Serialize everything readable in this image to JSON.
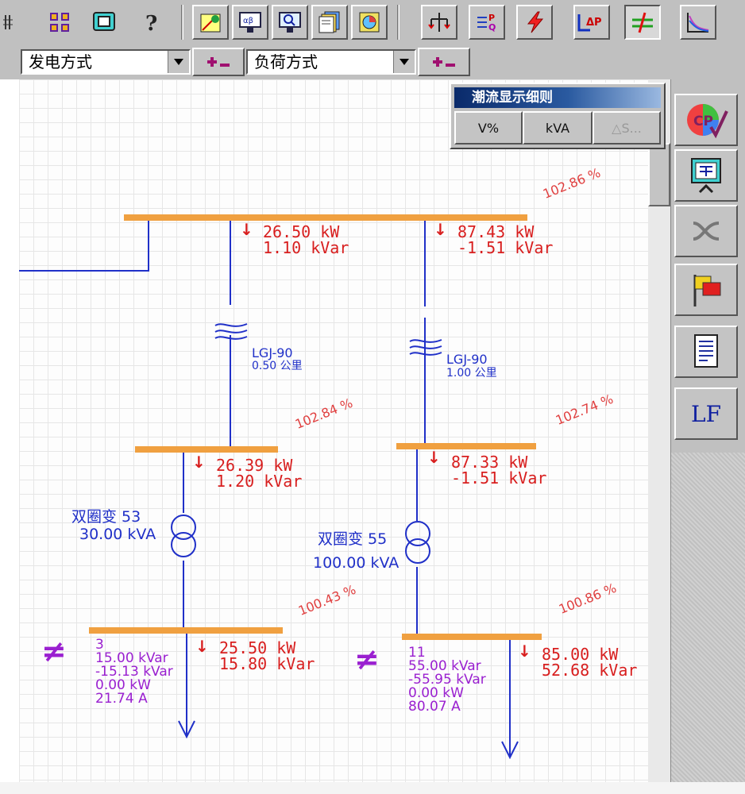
{
  "combos": {
    "generation": "发电方式",
    "load": "负荷方式"
  },
  "popup": {
    "title": "潮流显示细则",
    "btn_voltage": "V%",
    "btn_kva": "kVA",
    "btn_ds": "△S..."
  },
  "right_panel": {
    "lf_label": "LF"
  },
  "diagram": {
    "bus_top_pct": "102.86 %",
    "bus_mid_left_pct": "102.84 %",
    "bus_mid_right_pct": "102.74 %",
    "bus_bot_left_pct": "100.43 %",
    "bus_bot_right_pct": "100.86 %",
    "flow_top_left": "26.50 kW\n1.10 kVar",
    "flow_top_right": "87.43 kW\n-1.51 kVar",
    "line_left_name": "LGJ-90",
    "line_left_len": "0.50 公里",
    "line_right_name": "LGJ-90",
    "line_right_len": "1.00 公里",
    "flow_mid_left": "26.39 kW\n1.20 kVar",
    "flow_mid_right": "87.33 kW\n-1.51 kVar",
    "xfmr_left_name": "双圈变 53",
    "xfmr_left_rating": "30.00 kVA",
    "xfmr_right_name": "双圈变 55",
    "xfmr_right_rating": "100.00 kVA",
    "flow_bot_left": "25.50 kW\n15.80 kVar",
    "flow_bot_right": "85.00 kW\n52.68 kVar",
    "cap_left": "3\n15.00 kVar\n-15.13 kVar\n0.00 kW\n21.74 A",
    "cap_right": "11\n55.00 kVar\n-55.95 kVar\n0.00 kW\n80.07 A"
  },
  "colors": {
    "bus": "#f0a040",
    "line": "#2030c8",
    "flow": "#d81e1e",
    "capacitor": "#9a20d0"
  }
}
